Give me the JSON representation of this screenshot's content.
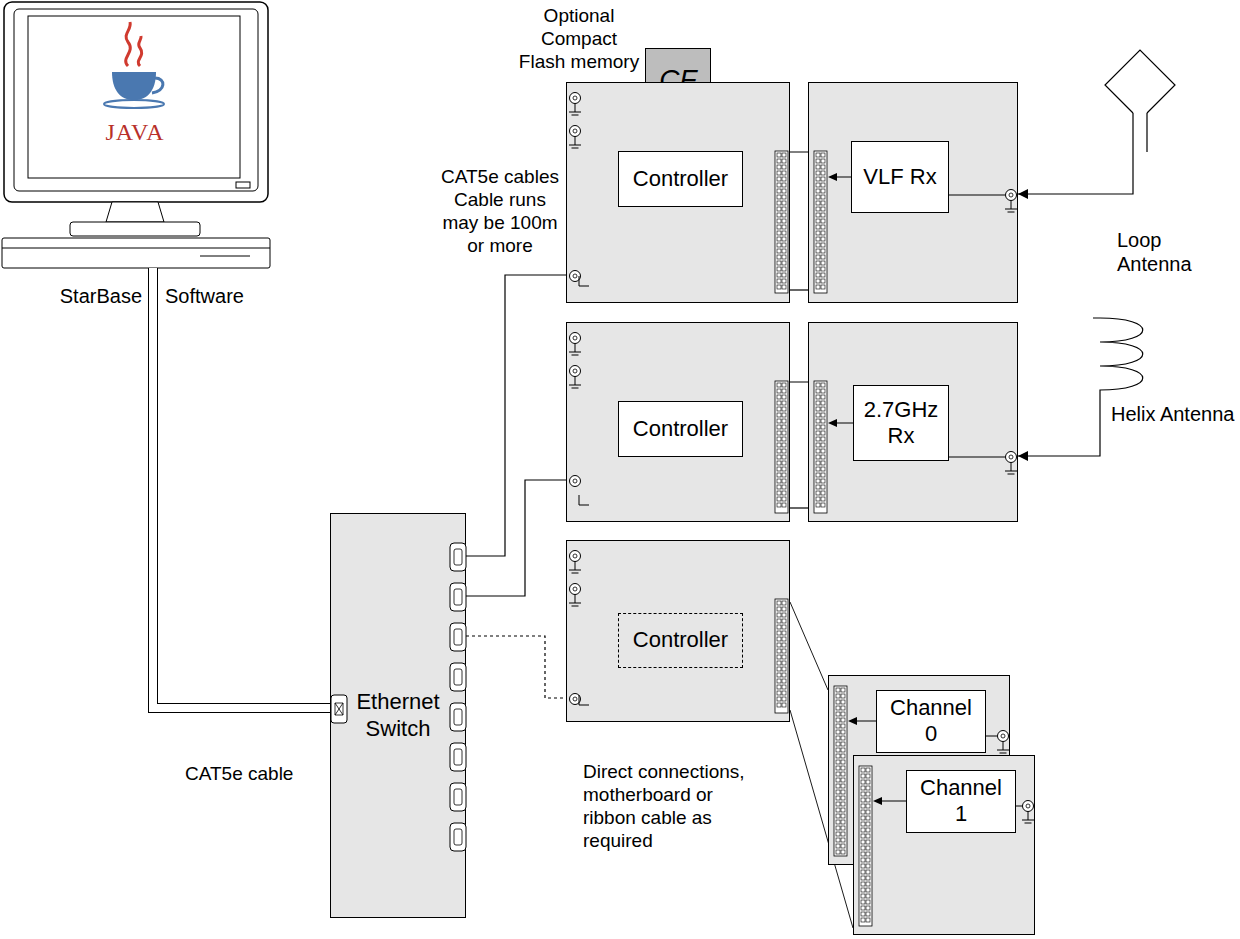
{
  "diagram": {
    "nodes": [
      {
        "text": [
          "StarBase",
          "Software"
        ]
      },
      {
        "text": [
          "CF"
        ]
      },
      {
        "text": [
          "Controller"
        ]
      },
      {
        "text": [
          "VLF Rx"
        ]
      },
      {
        "text": [
          "Loop Antenna"
        ]
      },
      {
        "text": [
          "Controller"
        ]
      },
      {
        "text": [
          "2.7GHz Rx"
        ]
      },
      {
        "text": [
          "Helix Antenna"
        ]
      },
      {
        "text": [
          "Ethernet Switch"
        ]
      },
      {
        "text": [
          "Controller"
        ]
      },
      {
        "text": [
          "Channel 0"
        ]
      },
      {
        "text": [
          "Channel 1"
        ]
      }
    ],
    "edges": [
      {
        "from": 0,
        "to": 8,
        "arrow": "none"
      },
      {
        "from": 8,
        "to": 2,
        "arrow": "none"
      },
      {
        "from": 8,
        "to": 5,
        "arrow": "none"
      },
      {
        "from": 8,
        "to": 9,
        "arrow": "none"
      },
      {
        "from": 2,
        "to": 3,
        "arrow": "none"
      },
      {
        "from": 4,
        "to": 3,
        "arrow": "to"
      },
      {
        "from": 5,
        "to": 6,
        "arrow": "none"
      },
      {
        "from": 7,
        "to": 6,
        "arrow": "to"
      },
      {
        "from": 9,
        "to": 10,
        "arrow": "none"
      },
      {
        "from": 9,
        "to": 11,
        "arrow": "none"
      }
    ],
    "labels": [
      "JAVA",
      "Optional Compact Flash memory",
      "CAT5e cables Cable runs may be 100m or more",
      "CAT5e cable",
      "Direct connections, motherboard or ribbon cable as required"
    ]
  }
}
